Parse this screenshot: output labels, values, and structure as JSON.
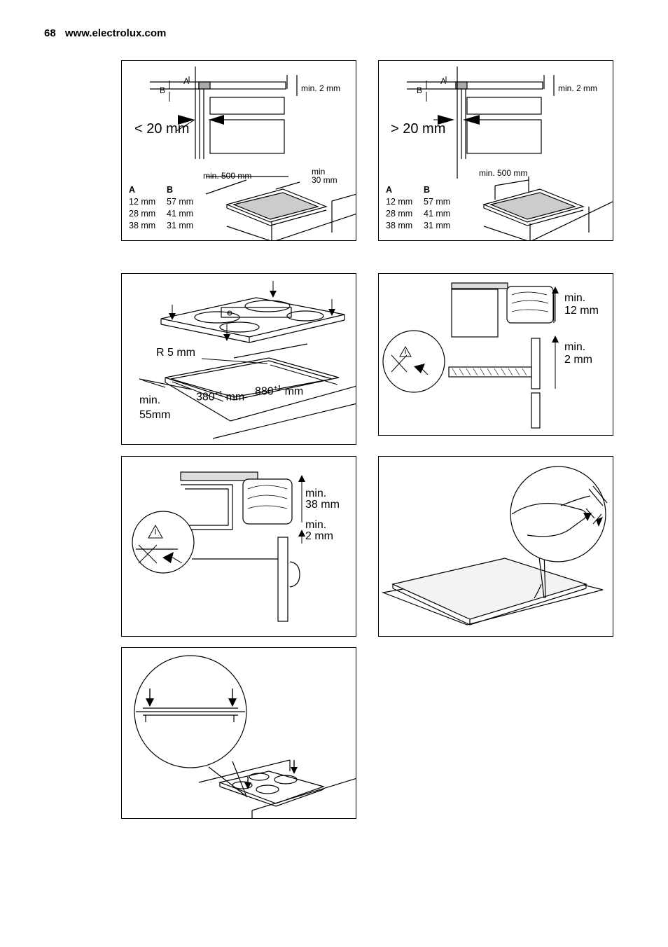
{
  "header": {
    "page_number": "68",
    "website": "www.electrolux.com"
  },
  "panel1": {
    "label_a": "A",
    "label_b": "B",
    "min_2mm": "min. 2 mm",
    "gap": "< 20 mm",
    "min_500": "min. 500 mm",
    "min_30_line1": "min",
    "min_30_line2": "30 mm",
    "table": {
      "headers": [
        "A",
        "B"
      ],
      "rows": [
        [
          "12 mm",
          "57 mm"
        ],
        [
          "28 mm",
          "41 mm"
        ],
        [
          "38 mm",
          "31 mm"
        ]
      ]
    }
  },
  "panel2": {
    "label_a": "A",
    "label_b": "B",
    "min_2mm": "min. 2 mm",
    "gap": "> 20 mm",
    "min_500": "min. 500 mm",
    "table": {
      "headers": [
        "A",
        "B"
      ],
      "rows": [
        [
          "12 mm",
          "57 mm"
        ],
        [
          "28 mm",
          "41 mm"
        ],
        [
          "38 mm",
          "31 mm"
        ]
      ]
    }
  },
  "panel3": {
    "radius": "R 5 mm",
    "depth": "380",
    "width": "880",
    "tolerance": "+1",
    "unit": "mm",
    "min_line1": "min.",
    "min_line2": "55mm"
  },
  "panel4": {
    "top_line1": "min.",
    "top_line2": "12 mm",
    "bottom_line1": "min.",
    "bottom_line2": "2 mm"
  },
  "panel5": {
    "top_line1": "min.",
    "top_line2": "38 mm",
    "bottom_line1": "min.",
    "bottom_line2": "2 mm"
  }
}
